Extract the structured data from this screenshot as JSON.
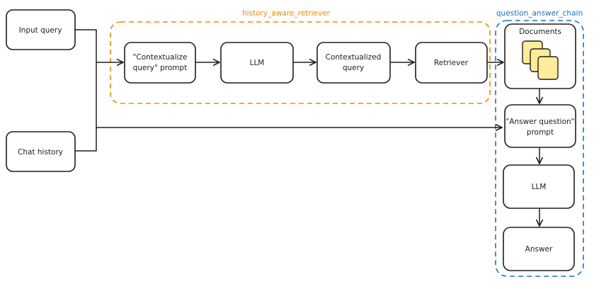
{
  "groups": {
    "retriever": {
      "label": "history_aware_retriever",
      "color": "#f08c00"
    },
    "chain": {
      "label": "question_answer_chain",
      "color": "#1971c2"
    }
  },
  "nodes": {
    "input_query": "Input query",
    "chat_history": "Chat history",
    "contextualize_prompt": {
      "line1": "\"Contextualize",
      "line2": "query\" prompt"
    },
    "llm_1": "LLM",
    "contextualized_query": {
      "line1": "Contextualized",
      "line2": "query"
    },
    "retriever": "Retriever",
    "documents": "Documents",
    "answer_prompt": {
      "line1": "\"Answer question\"",
      "line2": "prompt"
    },
    "llm_2": "LLM",
    "answer": "Answer"
  },
  "colors": {
    "stroke": "#1e1e1e",
    "document_fill": "#ffec99"
  }
}
